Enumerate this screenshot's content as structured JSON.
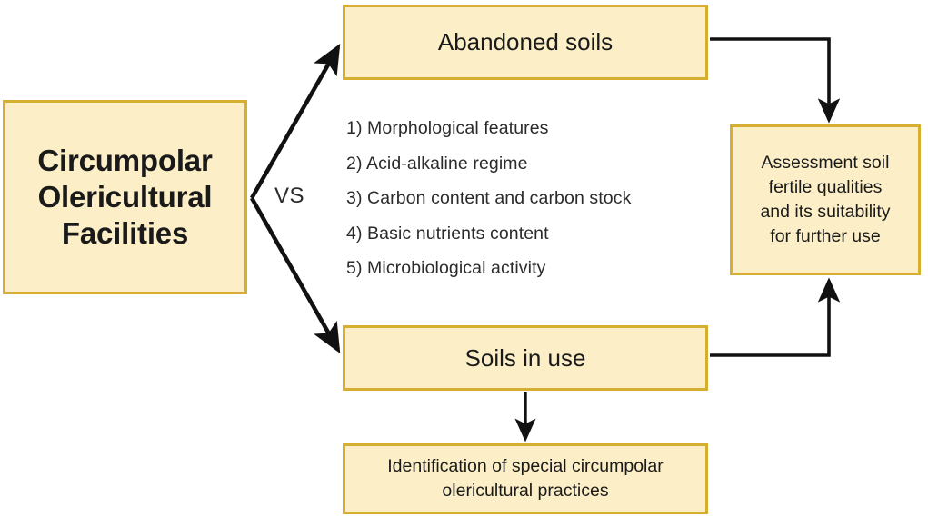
{
  "diagram": {
    "type": "flowchart",
    "title_node": "Circumpolar Olericultural Facilities",
    "comparison_label": "VS",
    "colors": {
      "node_fill": "#FCEFC7",
      "node_border": "#D5AE32",
      "connector": "#111111",
      "text": "#1a1a1a",
      "background": "#FFFFFF"
    },
    "nodes": {
      "facilities": {
        "label": "Circumpolar\nOlericultural\nFacilities",
        "line1": "Circumpolar",
        "line2": "Olericultural",
        "line3": "Facilities"
      },
      "abandoned_soils": {
        "label": "Abandoned soils"
      },
      "soils_in_use": {
        "label": "Soils in use"
      },
      "assessment": {
        "label": "Assessment soil fertile qualities and its suitability for further use",
        "line1": "Assessment soil",
        "line2": "fertile qualities",
        "line3": "and its suitability",
        "line4": "for further use"
      },
      "identification": {
        "label": "Identification of special circumpolar olericultural practices",
        "line1": "Identification of special circumpolar",
        "line2": "olericultural practices"
      }
    },
    "criteria": {
      "items": [
        "1) Morphological features",
        "2) Acid-alkaline regime",
        "3) Carbon content and carbon stock",
        "4) Basic nutrients content",
        "5) Microbiological activity"
      ]
    },
    "connectors": [
      {
        "name": "facilities-to-abandoned-soils",
        "from": "facilities",
        "to": "abandoned_soils",
        "style": "diagonal-arrow"
      },
      {
        "name": "facilities-to-soils-in-use",
        "from": "facilities",
        "to": "soils_in_use",
        "style": "diagonal-arrow"
      },
      {
        "name": "abandoned-soils-to-assessment",
        "from": "abandoned_soils",
        "to": "assessment",
        "style": "elbow-arrow"
      },
      {
        "name": "soils-in-use-to-assessment",
        "from": "soils_in_use",
        "to": "assessment",
        "style": "elbow-arrow"
      },
      {
        "name": "soils-in-use-to-identification",
        "from": "soils_in_use",
        "to": "identification",
        "style": "straight-arrow"
      }
    ]
  }
}
